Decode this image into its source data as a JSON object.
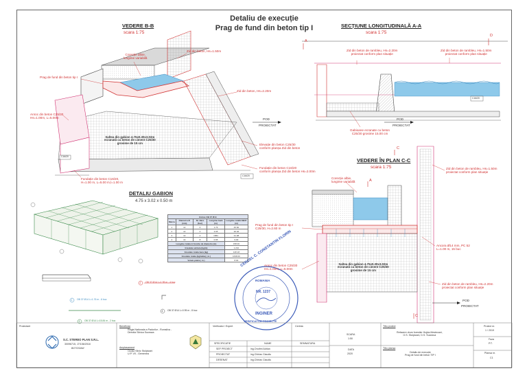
{
  "header": {
    "title_line1": "Detaliu de execuție",
    "title_line2": "Prag de fund din beton tip I"
  },
  "view_bb": {
    "title": "VEDERE B-B",
    "scale": "scara 1:75",
    "notes": {
      "corectie_albie": "Corecție albie,\nlungime variabilă",
      "prag": "Prag de fund din beton tip I",
      "zid_150": "Zid din beton, Hs=1.50m",
      "zid_220": "Zid din beton, Hs=2.20m",
      "anrocament": "Anroc din beton C25/30\nHs=1.00m, L=5.00m",
      "saltea": "Saltea din gabion 4.75x0.30x3.02m\necranată cu beton de ciment C25/30\ngrosime de 15 cm",
      "elevatie": "Elevație din beton C25/30\nconform planșa Zid din beton",
      "fundatie_right": "Fundație din beton C16/20\nconform planșa Zid din beton Hs=2.00m",
      "fundatie_left": "Fundație din beton C16/20,\nH=1.00 m, L=5.00 m,l=1.00 m",
      "pod": "POD",
      "proiectat": "PROIECTAT",
      "c1620": "C16/20"
    }
  },
  "section_aa": {
    "title": "SECȚIUNE LONGITUDINALĂ A-A",
    "scale": "scara 1:75",
    "notes": {
      "zid_left": "Zid din beton de rambleu, Hs=2.20m\nproiectat conform plan situație",
      "zid_right": "Zid din beton de rambleu, Hs=1.50m\nproiectat conform plan situație",
      "gabion": "Gabioane ecranate cu beton\nC25/30 grosime 15.00 cm",
      "pod": "POD",
      "proiectat": "PROIECTAT",
      "c1620": "C16/20",
      "a": "A",
      "d": "D"
    }
  },
  "detail_gabion": {
    "title": "DETALIU GABION",
    "dims": "4.75 x 3.02 x 0.50 m",
    "table": {
      "caption": "Extras OB 37 Ø14",
      "headers": [
        "Marca",
        "Diametru Ø (mm)",
        "Nr. Bare (buc)",
        "Lungime bară (m)",
        "Lungime totală OB37 (m)"
      ],
      "rows": [
        [
          "1",
          "14",
          "6",
          "1.76",
          "45.60"
        ],
        [
          "2",
          "14",
          "4",
          "3.05",
          "36.46"
        ],
        [
          "3",
          "14",
          "2",
          "1584",
          "31.08"
        ],
        [
          "4",
          "14",
          "8",
          "0.95",
          "9.00"
        ]
      ],
      "summary": [
        [
          "Lungime totala in functie de diametru (m)",
          "158.00"
        ],
        [
          "Greutate unitara (kg/m)",
          "1.210"
        ],
        [
          "Greutate totala bara (kg)",
          "128.18"
        ],
        [
          "Greutate totala (kg/tabla) ( m )",
          "1638.00"
        ],
        [
          "Volum piatra ( m )",
          "8.00"
        ]
      ]
    },
    "bars": {
      "bar1": "OB 37 Ø14 L=1.76 m - 6 buc",
      "bar2": "OB 37 Ø14 L=1.95 m - 4 buc",
      "bar3": "OB 37 Ø14 L=15.84 m - 2 buc",
      "bar4": "OB 37 Ø14 L=0.95 m - 8 buc",
      "n1": "1",
      "n2": "2",
      "n3": "3",
      "n4": "4"
    }
  },
  "plan_cc": {
    "title": "VEDERE ÎN PLAN C-C",
    "scale": "scara 1:75",
    "notes": {
      "zid_right": "Zid din beton de rambleu, Hs=1.50m\nproiectat conform plan situație",
      "corectie": "Corecție albie,\nlungime variabilă",
      "prag": "Prag de fund din beton tip I\nC25/30, H=2.60 m",
      "ancora": "Ancora Ø14 mm, PC 52\nL=1.00 m, 15 buc",
      "anroc": "Anroc din beton C25/30\nHs=1.00m, L=5.00m",
      "saltea": "Saltea din gabion 4.75x0.30x3.02m\necranată cu beton de ciment C25/30\ngrosime de 15 cm",
      "zid_bottom": "Zid din beton de rambleu, Hs=2.20m\nproiectat conform plan situație",
      "pod": "POD",
      "proiectat": "PROIECTAT",
      "c": "C",
      "a": "A"
    }
  },
  "stamp": {
    "ring": "CERCEL C. CONSTANTIN FLORIN",
    "middle": "ROMANIA",
    "nr": "NR. 1237",
    "ing": "INGINER",
    "bottom": "VERIFICATOR PROIECTE"
  },
  "title_block": {
    "proiectant_label": "Proiectant",
    "company": "S.C. STEREO PLAN S.R.L.",
    "company_code": "30096715, J7/156/2018",
    "city": "BOTOSANI",
    "beneficiar_label": "Beneficiar",
    "beneficiar": "Regia Nationala a Padurilor - Romsilva -\nDirectia Silvica Suceava",
    "amplasament_label": "Amplasament",
    "amplasament": "Ocolul Silvic Stulpicani\nU.P. VII - Gemenea",
    "verificator_label": "Verificator / Expert",
    "cerinta_label": "Cerinta",
    "specificatie": "SPECIFICATIE",
    "nume": "NUME",
    "semnatura": "SEMNATURA",
    "roles": [
      "SEF PROIECT",
      "PROIECTAT",
      "DESENAT"
    ],
    "names": [
      "ing.Onofrei Adrian",
      "ing.Chirias Claudiu",
      "ing.Chirias Claudiu"
    ],
    "scara_label": "SCARA",
    "scara_value": "1:50",
    "data_label": "DATA",
    "data_value": "2020",
    "titlu_proiect_label": "Titlu proiect",
    "titlu_proiect": "Refacere drum forestier Hujda-Mestecani,\nO.S. Stulpicani, D.S. Suceava",
    "titlu_plansa_label": "Titlu plansa",
    "titlu_plansa": "Detaliu de execuție\nPrag de fund din beton TIP I",
    "proiect_nr_label": "Proiect nr.",
    "proiect_nr": "1 / 2019",
    "faza_label": "Faza",
    "faza": "P.T.",
    "plansa_label": "Plansa nr.",
    "plansa": "C1"
  }
}
